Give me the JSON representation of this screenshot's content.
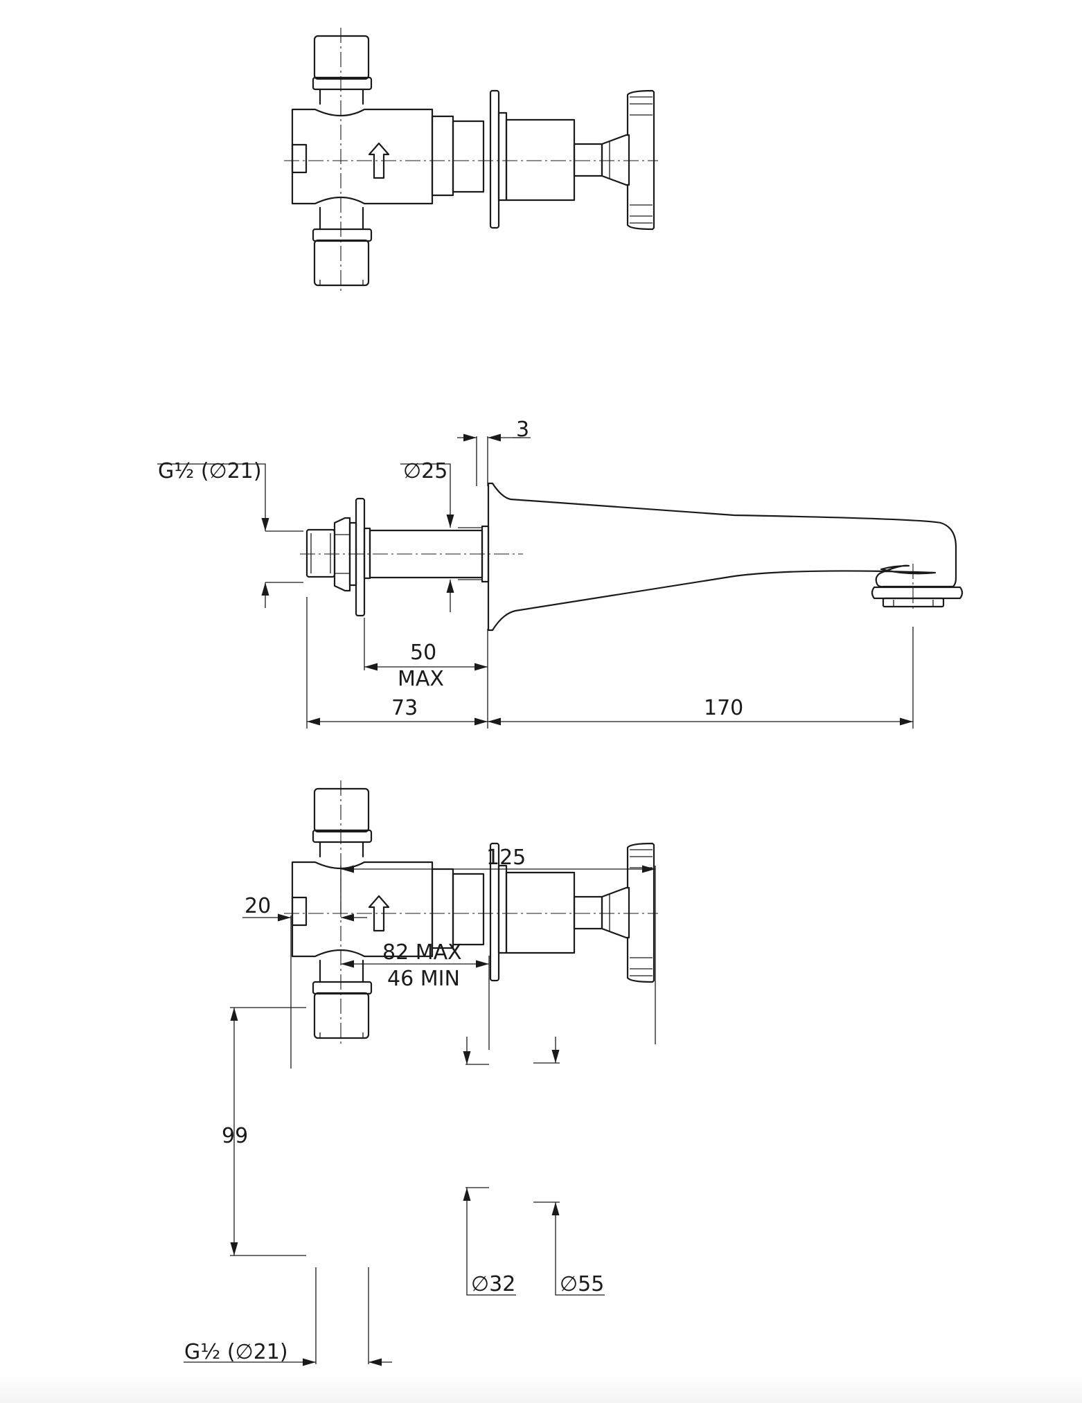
{
  "side_view": {
    "dim_3": "3",
    "dim_phi25": "∅25",
    "dim_g_half": "G½ (∅21)",
    "dim_50": "50",
    "dim_max": "MAX",
    "dim_73": "73",
    "dim_170": "170"
  },
  "front_view": {
    "dim_125": "125",
    "dim_20": "20",
    "dim_82max": "82 MAX",
    "dim_46min": "46 MIN",
    "dim_99": "99",
    "dim_phi32": "∅32",
    "dim_phi55": "∅55",
    "dim_g_half": "G½ (∅21)"
  }
}
